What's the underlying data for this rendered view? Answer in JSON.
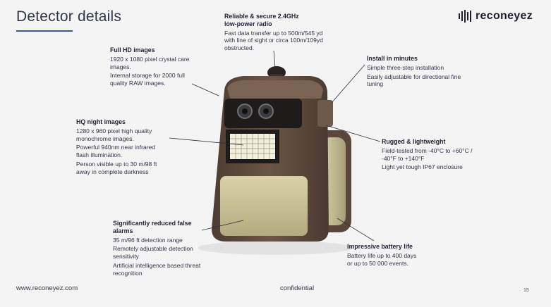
{
  "header": {
    "title": "Detector details",
    "logo_text": "reconeyez"
  },
  "callouts": {
    "radio": {
      "title_line1": "Reliable & secure 2.4GHz",
      "title_line2": "low-power radio",
      "lines": [
        "Fast data transfer up to 500m/545 yd",
        "with line of sight or circa 100m/109yd",
        "obstructed."
      ]
    },
    "fullhd": {
      "title": "Full HD images",
      "p1": [
        "1920 x 1080 pixel crystal care",
        "images."
      ],
      "p2": [
        "Internal storage for 2000 full",
        "quality RAW images."
      ]
    },
    "install": {
      "title": "Install in minutes",
      "p1": "Simple three-step installation",
      "p2": [
        "Easily adjustable for directional fine",
        "tuning"
      ]
    },
    "night": {
      "title": "HQ night images",
      "p1": [
        "1280 x 960 pixel high quality",
        "monochrome images."
      ],
      "p2": [
        "Powerful 940nm near infrared",
        "flash illumination."
      ],
      "p3": [
        "Person visible up to 30 m/98 ft",
        "away in complete darkness"
      ]
    },
    "rugged": {
      "title": "Rugged & lightweight",
      "p1": [
        "Field-tested from -40°C to +60°C /",
        "-40°F to +140°F"
      ],
      "p2": "Light yet tough IP67 enclosure"
    },
    "reduced": {
      "title_line1": "Significantly reduced false",
      "title_line2": "alarms",
      "p1": "35 m/96 ft detection range",
      "p2": [
        "Remotely adjustable detection",
        "sensitivity"
      ],
      "p3": [
        "Artificial intelligence based threat",
        "recognition"
      ]
    },
    "battery": {
      "title": "Impressive battery life",
      "lines": [
        "Battery life up to 400 days",
        "or up to 50 000 events."
      ]
    }
  },
  "footer": {
    "url": "www.reconeyez.com",
    "confidential": "confidential",
    "page_number": "15"
  },
  "colors": {
    "accent": "#3a5a9a",
    "body_brown": "#5e4a3c",
    "lens_panel": "#cfc8a0"
  }
}
